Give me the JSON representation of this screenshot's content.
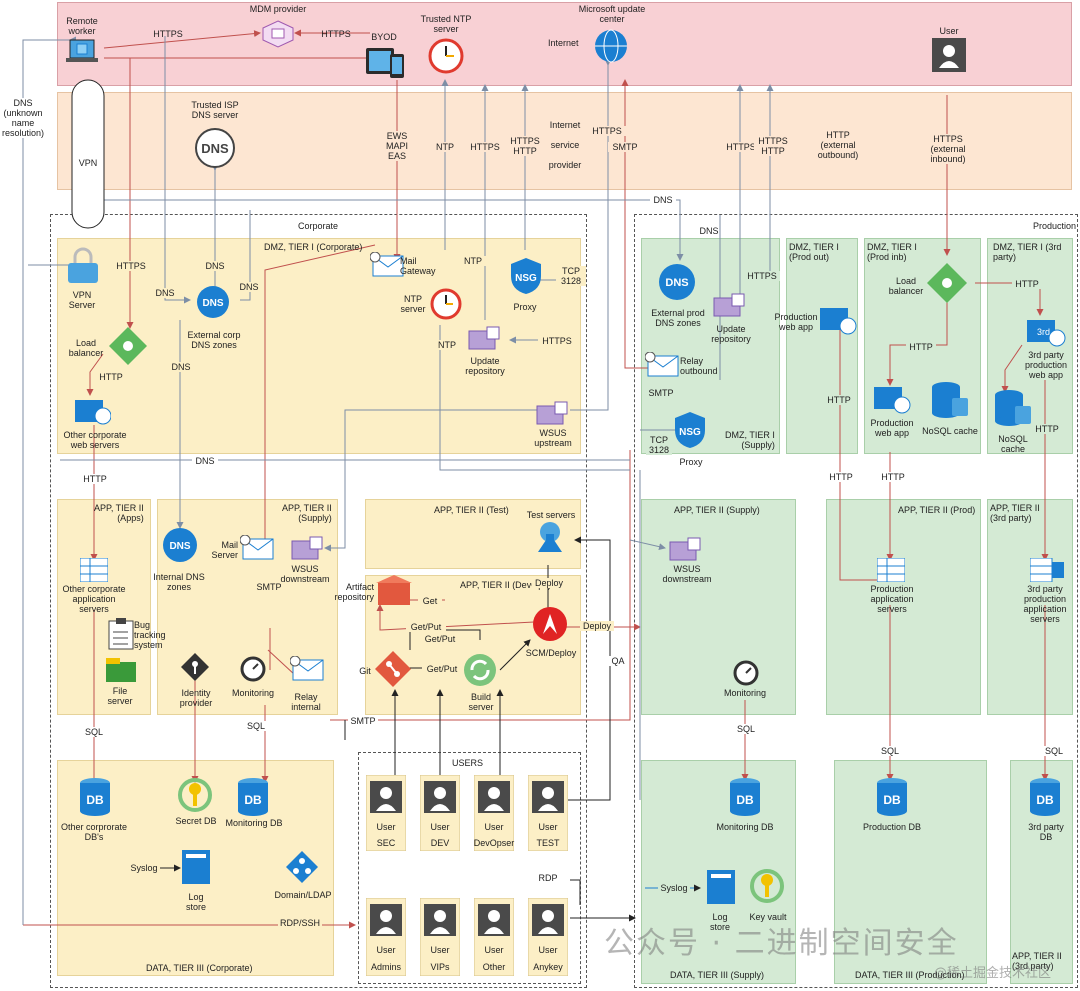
{
  "zones": {
    "internet": "Internet",
    "isp": "Internet\n\nservice\n\nprovider",
    "corporate": "Corporate",
    "production": "Production",
    "dmz_corp": "DMZ, TIER I (Corporate)",
    "dmz_supply": "DMZ, TIER I\n(Supply)",
    "dmz_prod_out": "DMZ, TIER I\n(Prod out)",
    "dmz_prod_inb": "DMZ, TIER I\n(Prod inb)",
    "dmz_3rd": "DMZ, TIER I (3rd\nparty)",
    "app_apps": "APP, TIER II\n(Apps)",
    "app_supply_corp": "APP, TIER II\n(Supply)",
    "app_test": "APP, TIER II (Test)",
    "app_devops": "APP, TIER II (DevOps)",
    "app_supply_prod": "APP, TIER II (Supply)",
    "app_prod": "APP, TIER II (Prod)",
    "app_3rd": "APP, TIER II\n(3rd party)",
    "data_corp": "DATA, TIER III (Corporate)",
    "users": "USERS",
    "data_supply": "DATA, TIER III (Supply)",
    "data_prod": "DATA, TIER III (Production)",
    "data_3rd": "APP, TIER II\n(3rd party)"
  },
  "nodes": {
    "remote_worker": "Remote\nworker",
    "mdm": "MDM provider",
    "byod": "BYOD",
    "trusted_ntp": "Trusted NTP\nserver",
    "ms_update": "Microsoft update\ncenter",
    "user_internet": "User",
    "trusted_isp_dns": "Trusted ISP\nDNS server",
    "vpn_server": "VPN\nServer",
    "ext_corp_dns": "External corp\nDNS zones",
    "mail_gateway": "Mail\nGateway",
    "ntp_server": "NTP\nserver",
    "proxy_corp": "Proxy",
    "load_balancer_corp": "Load\nbalancer",
    "update_repo_corp": "Update\nrepository",
    "other_corp_web": "Other corporate\nweb servers",
    "wsus_upstream": "WSUS\nupstream",
    "ext_prod_dns": "External prod\nDNS zones",
    "update_repo_prod": "Update\nrepository",
    "relay_outbound": "Relay\noutbound",
    "proxy_supply": "Proxy",
    "prod_web_app_out": "Production\nweb app",
    "load_balancer_prod": "Load\nbalancer",
    "prod_web_app_inb": "Production\nweb app",
    "nosql_prod": "NoSQL cache",
    "third_party_web": "3rd party\nproduction\nweb app",
    "nosql_3rd": "NoSQL\ncache",
    "internal_dns": "Internal DNS\nzones",
    "mail_server": "Mail\nServer",
    "wsus_downstream_corp": "WSUS\ndownstream",
    "test_servers": "Test servers",
    "artifact_repo": "Artifact\nrepository",
    "other_corp_app": "Other corporate\napplication\nservers",
    "bug_tracking": "Bug\ntracking\nsystem",
    "file_server": "File\nserver",
    "identity_provider": "Identity\nprovider",
    "monitoring_corp": "Monitoring",
    "relay_internal": "Relay\ninternal",
    "git": "Git",
    "build_server": "Build\nserver",
    "scm_deploy": "SCM/Deploy",
    "wsus_downstream_prod": "WSUS\ndownstream",
    "monitoring_supply": "Monitoring",
    "prod_app_servers": "Production\napplication\nservers",
    "third_party_app": "3rd party\nproduction\napplication\nservers",
    "other_corp_db": "Other corprorate\nDB's",
    "secret_db": "Secret DB",
    "monitoring_db_corp": "Monitoring DB",
    "log_store_corp": "Log\nstore",
    "domain_ldap": "Domain/LDAP",
    "monitoring_db_supply": "Monitoring DB",
    "log_store_supply": "Log\nstore",
    "key_vault": "Key vault",
    "production_db": "Production DB",
    "third_party_db": "3rd party\nDB"
  },
  "users": [
    {
      "top": "User",
      "bottom": "SEC"
    },
    {
      "top": "User",
      "bottom": "DEV"
    },
    {
      "top": "User",
      "bottom": "DevOpser"
    },
    {
      "top": "User",
      "bottom": "TEST"
    },
    {
      "top": "User",
      "bottom": "Admins"
    },
    {
      "top": "User",
      "bottom": "VIPs"
    },
    {
      "top": "User",
      "bottom": "Other"
    },
    {
      "top": "User",
      "bottom": "Anykey"
    }
  ],
  "edge_labels": {
    "https_rw_mdm": "HTTPS",
    "https_mdm_byod": "HTTPS",
    "dns_left": "DNS\n(unknown\nname\nresolution)",
    "vpn": "VPN",
    "ews": "EWS\nMAPI\nEAS",
    "ntp_isp": "NTP",
    "https_isp": "HTTPS",
    "https_http_isp": "HTTPS\nHTTP",
    "https_isp2": "HTTPS",
    "smtp_isp": "SMTP",
    "https_isp3": "HTTPS",
    "https_http_isp2": "HTTPS\nHTTP",
    "http_ext_out": "HTTP\n(external\noutbound)",
    "https_ext_inb": "HTTPS\n(external\ninbound)",
    "dns_top": "DNS",
    "dns_prod": "DNS",
    "https_corp_lb": "HTTPS",
    "dns_a": "DNS",
    "dns_b": "DNS",
    "dns_c": "DNS",
    "ntp_dmz": "NTP",
    "tcp3128_a": "TCP\n3128",
    "https_update": "HTTPS",
    "ntp_dmz2": "NTP",
    "http_lb_web": "HTTP",
    "dns_d": "DNS",
    "smtp_relay": "SMTP",
    "tcp3128_b": "TCP\n3128",
    "https_prod_dmz": "HTTPS",
    "http_3rd": "HTTP",
    "http_prod_inb": "HTTP",
    "http_prod": "HTTP",
    "http_prod2": "HTTP",
    "http_3rd2": "HTTP",
    "dns_mid": "DNS",
    "http_corp_app": "HTTP",
    "deploy": "Deploy",
    "get": "Get",
    "get_put_1": "Get/Put",
    "get_put_2": "Get/Put",
    "deploy2": "Deploy",
    "get_put_3": "Get/Put",
    "qa": "QA",
    "smtp_mail": "SMTP",
    "smtp_long": "SMTP",
    "sql_corp": "SQL",
    "sql_monitor": "SQL",
    "sql_supply": "SQL",
    "sql_prod": "SQL",
    "sql_3rd": "SQL",
    "syslog_corp": "Syslog",
    "rdp_ssh": "RDP/SSH",
    "rdp": "RDP",
    "syslog_supply": "Syslog"
  },
  "watermark": {
    "main": "公众号 · 二进制空间安全",
    "sub": "@稀土掘金技术社区"
  },
  "colors": {
    "internet": "#f8d0d4",
    "isp": "#fde6d2",
    "dmz": "#fcefc6",
    "prod_zone": "#d4ead4",
    "arrow_red": "#c0504d",
    "arrow_gray": "#8a9ab0",
    "azure_blue": "#1b7fd1"
  }
}
